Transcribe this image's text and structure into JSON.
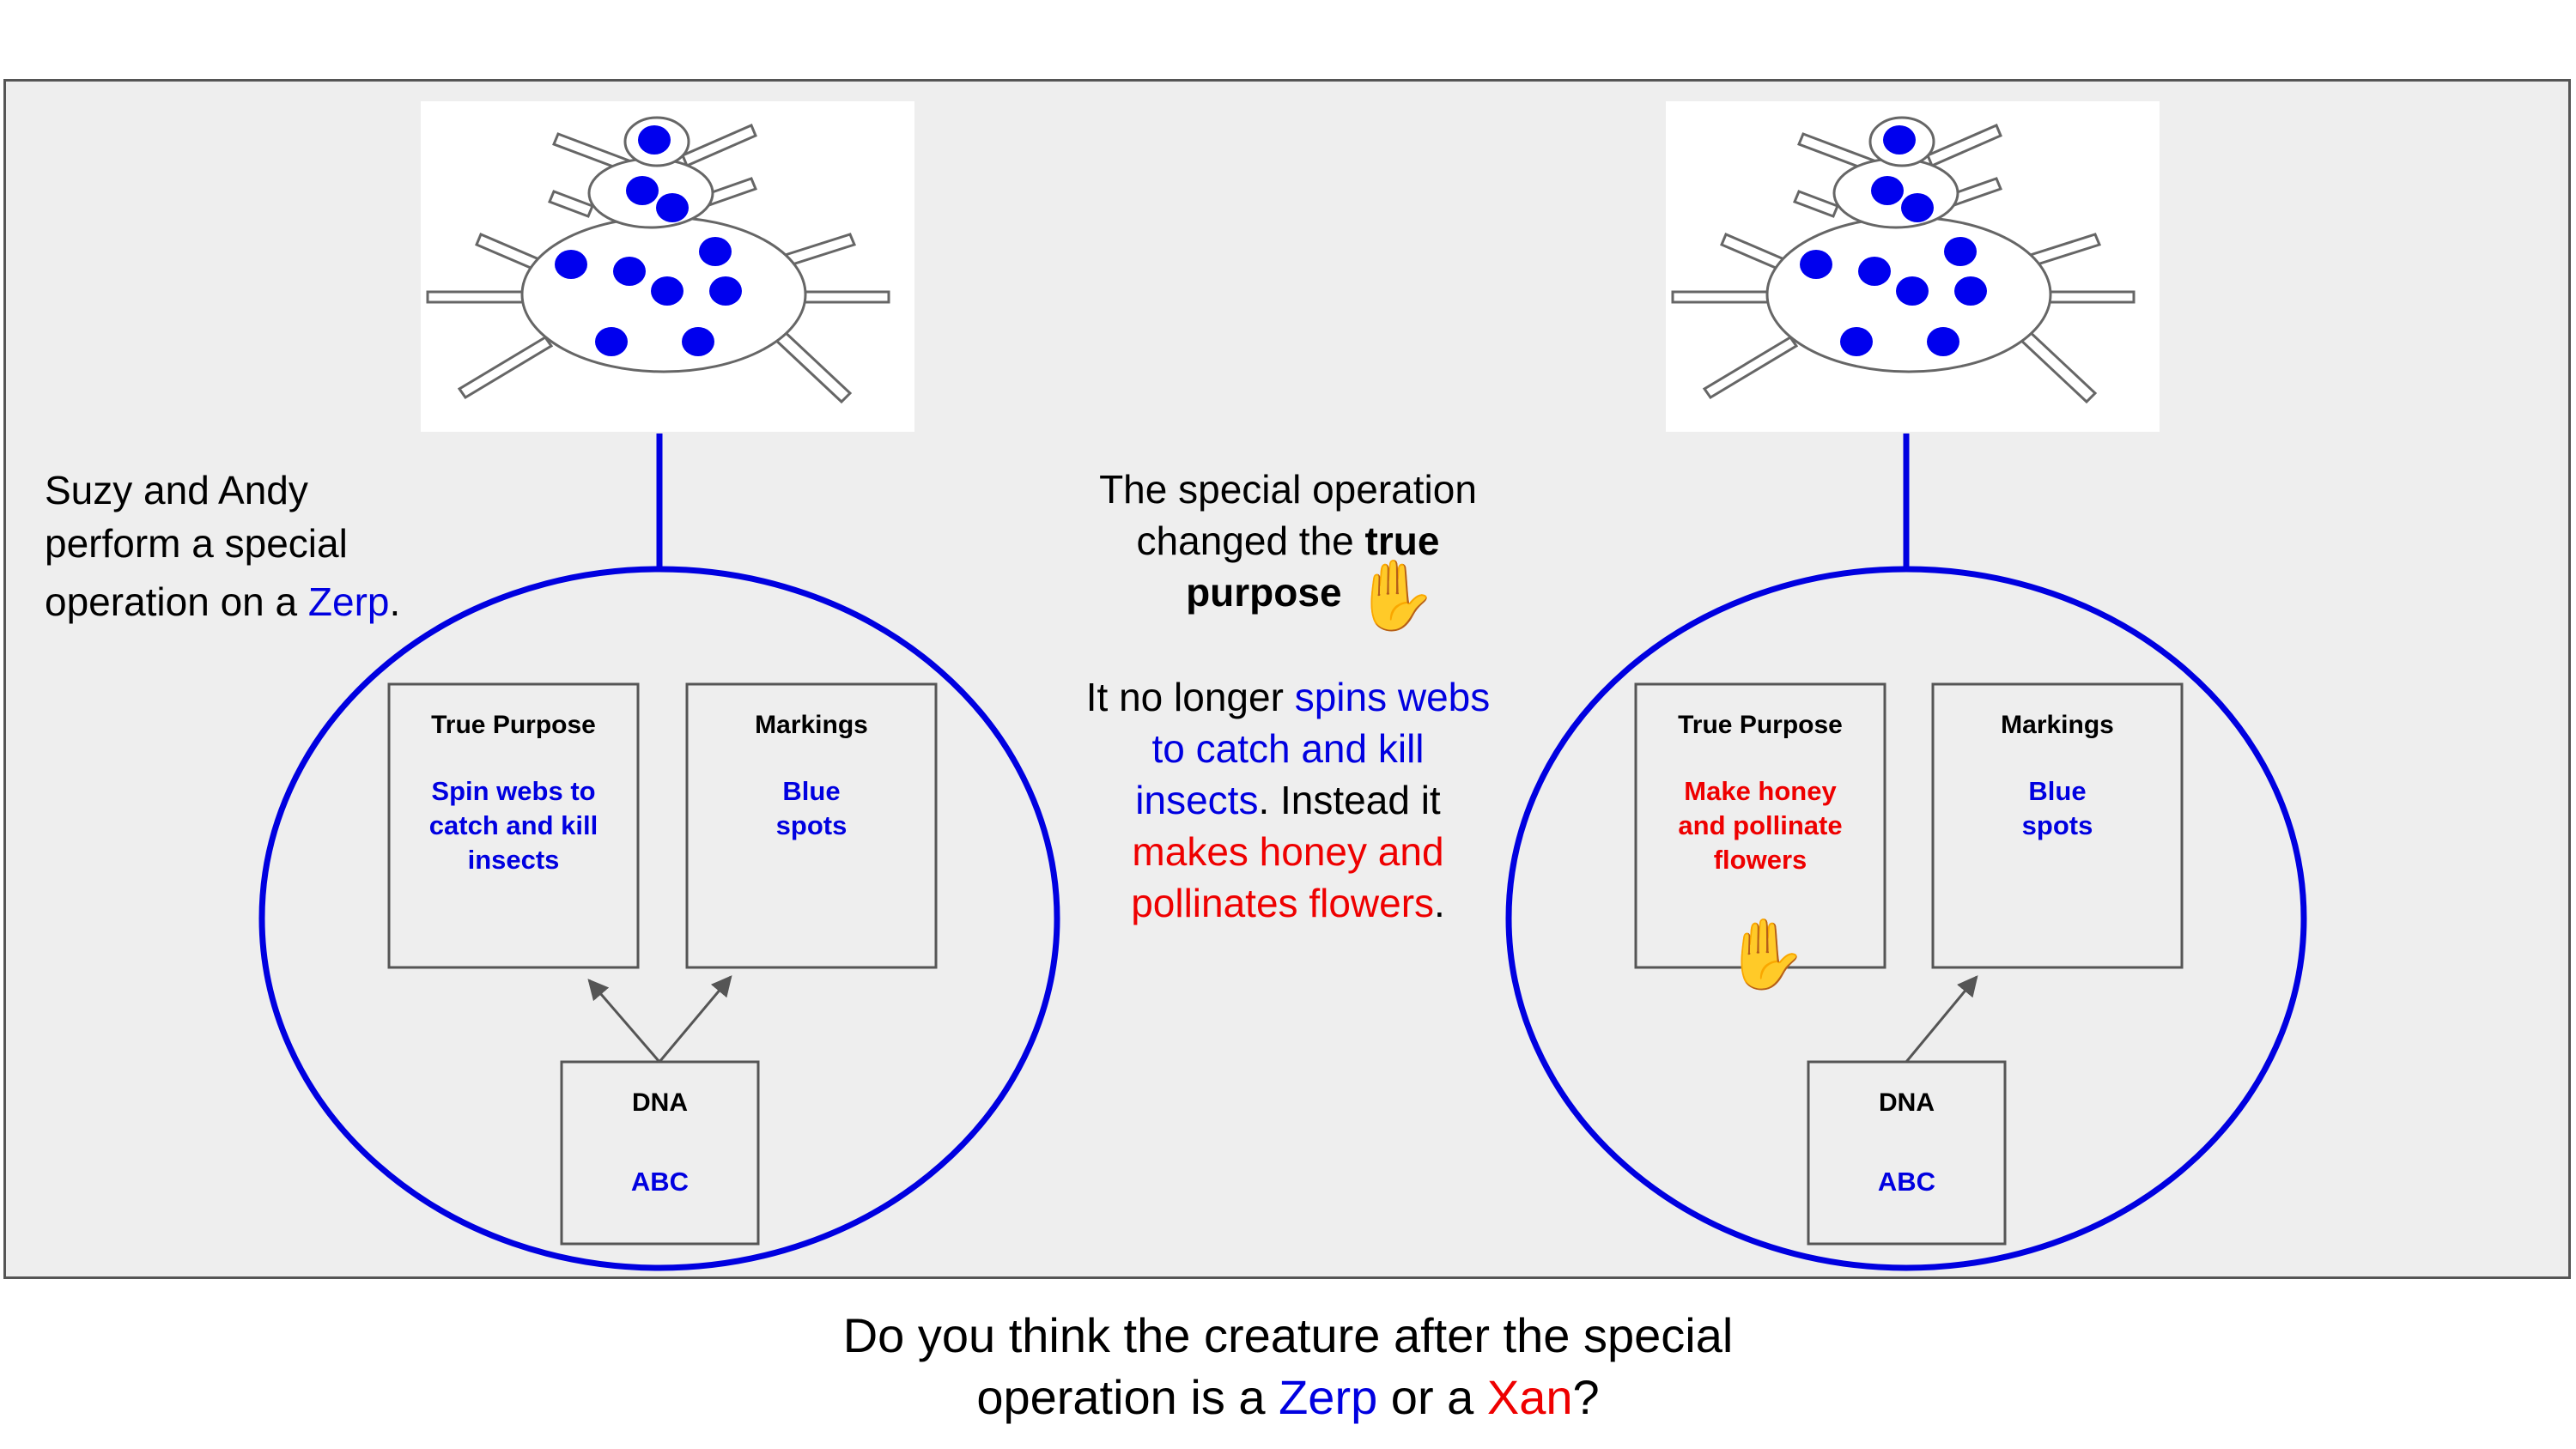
{
  "intro": {
    "line1": "Suzy and Andy",
    "line2": "perform a special",
    "line3_pre": "operation on a ",
    "line3_zerp": "Zerp",
    "line3_post": "."
  },
  "middle": {
    "l1": "The special operation",
    "l2_pre": "changed the ",
    "l2_bold": "true",
    "l3_bold": "purpose",
    "hand_icon": "✋",
    "p2_l1_pre": "It no longer ",
    "p2_l1_blue": "spins webs",
    "p2_l2_blue": "to catch and kill",
    "p2_l3_blue": "insects",
    "p2_l3_post": ". Instead it",
    "p2_l4_red": "makes honey and",
    "p2_l5_red": "pollinates flowers",
    "p2_l5_post": "."
  },
  "left": {
    "purpose_title": "True Purpose",
    "purpose_l1": "Spin webs to",
    "purpose_l2": "catch and kill",
    "purpose_l3": "insects",
    "markings_title": "Markings",
    "markings_l1": "Blue",
    "markings_l2": "spots",
    "dna_title": "DNA",
    "dna_value": "ABC"
  },
  "right": {
    "purpose_title": "True Purpose",
    "purpose_l1": "Make honey",
    "purpose_l2": "and pollinate",
    "purpose_l3": "flowers",
    "markings_title": "Markings",
    "markings_l1": "Blue",
    "markings_l2": "spots",
    "dna_title": "DNA",
    "dna_value": "ABC",
    "hand_icon": "✋"
  },
  "question": {
    "line1": "Do you think the creature after the special",
    "line2_pre": "operation is a ",
    "zerp": "Zerp",
    "mid": " or a ",
    "xan": "Xan",
    "end": "?"
  },
  "colors": {
    "blue": "#0000e0",
    "red": "#ee0000",
    "panel": "#eeeeee"
  }
}
